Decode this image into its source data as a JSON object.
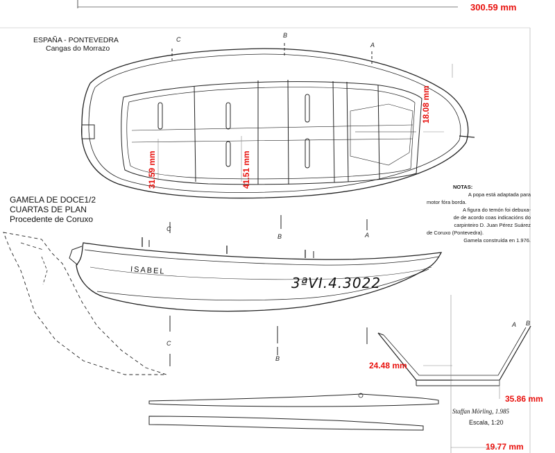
{
  "header": {
    "location": "ESPAÑA - PONTEVEDRA",
    "place": "Cangas do Morrazo"
  },
  "title": {
    "line1": "GAMELA DE DOCE1/2",
    "line2": "CUARTAS DE PLAN",
    "line3": "Procedente de Coruxo"
  },
  "notes": {
    "heading": "NOTAS:",
    "lines": [
      "A popa está adaptada para",
      "motor fóra borda.",
      "A figura do temón foi debuxa-",
      "de de acordo coas indicacións do",
      "carpinteiro D. Juan Pérez Suárez",
      "de Coruxo (Pontevedra).",
      "Gamela construída en 1.976."
    ]
  },
  "boat": {
    "name": "ISABEL",
    "registration": "3ªVI.4.3022"
  },
  "section_labels": {
    "a": "A",
    "b": "B",
    "c": "C"
  },
  "author": "Staffan Mörling, 1.985",
  "scale": "Escala, 1:20",
  "measurements": {
    "total": "300.59 mm",
    "stern_width": "18.08 mm",
    "width_c": "31.59 mm",
    "width_b": "41.51 mm",
    "section_height": "24.48 mm",
    "section_bottom": "35.86 mm",
    "bottom_width": "19.77 mm"
  },
  "colors": {
    "annotation": "#e8100c",
    "ink": "#111111"
  }
}
